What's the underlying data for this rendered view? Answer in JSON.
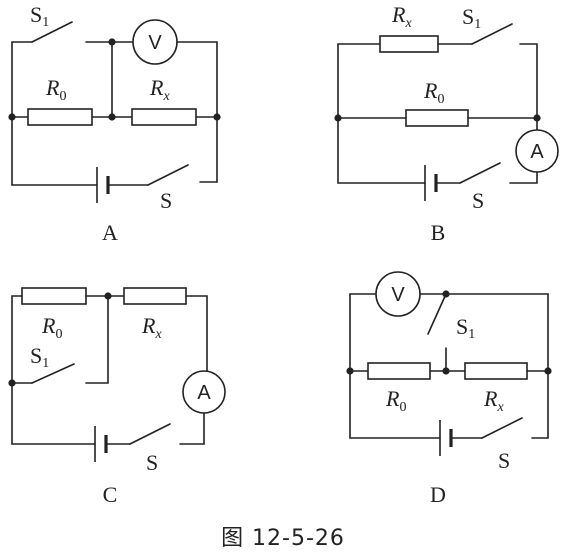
{
  "figure_caption": "图 12-5-26",
  "panels": {
    "A": {
      "label": "A",
      "switch_s1": {
        "main": "S",
        "sub": "1"
      },
      "switch_s": "S",
      "r0": {
        "main": "R",
        "sub": "0"
      },
      "rx": {
        "main": "R",
        "sub": "x"
      },
      "meter": "V"
    },
    "B": {
      "label": "B",
      "switch_s1": {
        "main": "S",
        "sub": "1"
      },
      "switch_s": "S",
      "r0": {
        "main": "R",
        "sub": "0"
      },
      "rx": {
        "main": "R",
        "sub": "x"
      },
      "meter": "A"
    },
    "C": {
      "label": "C",
      "switch_s1": {
        "main": "S",
        "sub": "1"
      },
      "switch_s": "S",
      "r0": {
        "main": "R",
        "sub": "0"
      },
      "rx": {
        "main": "R",
        "sub": "x"
      },
      "meter": "A"
    },
    "D": {
      "label": "D",
      "switch_s1": {
        "main": "S",
        "sub": "1"
      },
      "switch_s": "S",
      "r0": {
        "main": "R",
        "sub": "0"
      },
      "rx": {
        "main": "R",
        "sub": "x"
      },
      "meter": "V"
    }
  }
}
